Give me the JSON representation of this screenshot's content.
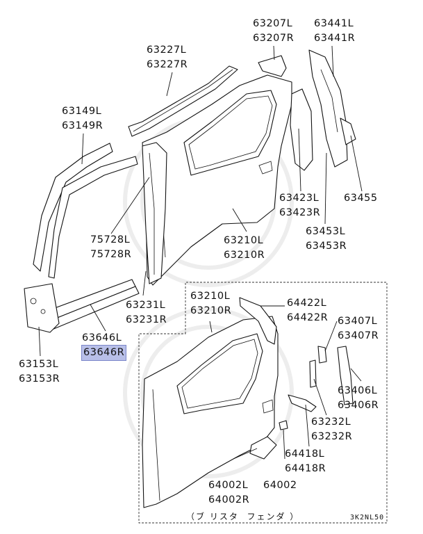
{
  "callouts": [
    {
      "l": "63207L",
      "r": "63207R"
    },
    {
      "l": "63441L",
      "r": "63441R"
    },
    {
      "l": "63227L",
      "r": "63227R"
    },
    {
      "l": "63149L",
      "r": "63149R"
    },
    {
      "l": "63423L",
      "r": "63423R"
    },
    {
      "single": "63455"
    },
    {
      "l": "75728L",
      "r": "75728R"
    },
    {
      "l": "63210L",
      "r": "63210R"
    },
    {
      "l": "63453L",
      "r": "63453R"
    },
    {
      "l": "63231L",
      "r": "63231R"
    },
    {
      "l": "63646L",
      "r": "63646R"
    },
    {
      "l": "63153L",
      "r": "63153R"
    },
    {
      "l": "63210L",
      "r": "63210R"
    },
    {
      "l": "64422L",
      "r": "64422R"
    },
    {
      "l": "63407L",
      "r": "63407R"
    },
    {
      "l": "63406L",
      "r": "63406R"
    },
    {
      "l": "63232L",
      "r": "63232R"
    },
    {
      "l": "64418L",
      "r": "64418R"
    },
    {
      "l": "64002L",
      "r": "64002R"
    },
    {
      "single": "64002"
    }
  ],
  "highlight": "63646R",
  "caption": "（ブ リスタ  フェンダ ）",
  "ref_code": "3K2NL50",
  "colors": {
    "highlight": "#b8bfe8",
    "line": "#111111",
    "watermark": "#ececec"
  }
}
